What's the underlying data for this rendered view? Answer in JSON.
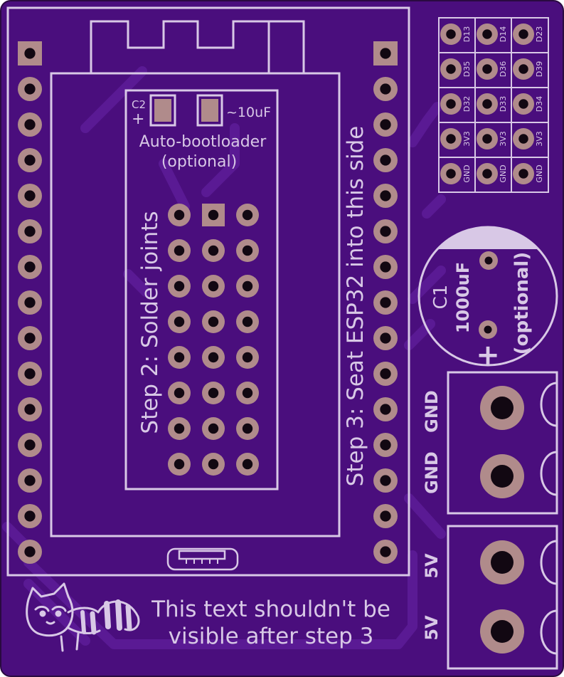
{
  "colors": {
    "board": "#4a0e7d",
    "board_edge": "#2a0a40",
    "trace": "#5a1a94",
    "silkscreen": "#d8c8e6",
    "pad": "#b08b8b",
    "pad_hole": "#120812"
  },
  "board": {
    "c2_label": "C2",
    "c2_plus": "+",
    "c2_value": "~10uF",
    "auto_bootloader_line1": "Auto-bootloader",
    "auto_bootloader_line2": "(optional)",
    "step2_label": "Step 2: Solder joints",
    "step3_label": "Step 3: Seat ESP32 into this side",
    "c1_label": "C1",
    "c1_value": "1000uF",
    "c1_optional": "(optional)",
    "c1_plus": "+",
    "terminal_top_labels": [
      "GND",
      "GND"
    ],
    "terminal_bottom_labels": [
      "5V",
      "5V"
    ],
    "footer_line1": "This text shouldn't be",
    "footer_line2": "visible after step 3",
    "breakout_labels": [
      [
        "D13",
        "D14",
        "D23"
      ],
      [
        "D35",
        "D36",
        "D39"
      ],
      [
        "D32",
        "D33",
        "D34"
      ],
      [
        "3V3",
        "3V3",
        "3V3"
      ],
      [
        "GND",
        "GND",
        "GND"
      ]
    ]
  }
}
